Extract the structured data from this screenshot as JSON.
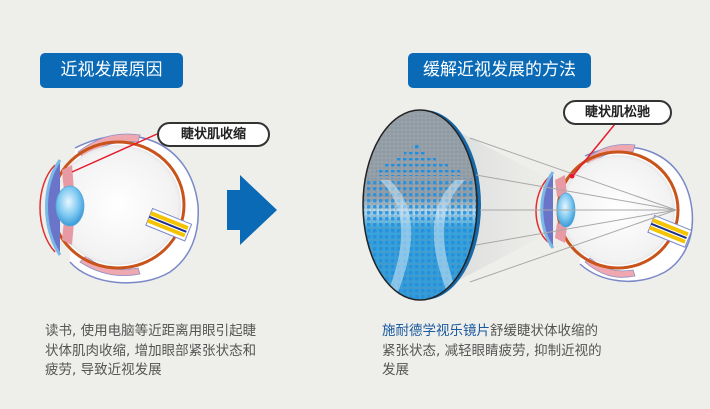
{
  "left_panel": {
    "title": "近视发展原因",
    "callout": "睫状肌收缩",
    "description": "读书, 使用电脑等近距离用眼引起睫状体肌肉收缩, 增加眼部紧张状态和疲劳, 导致近视发展",
    "illustration": "eye-cross-section-icon"
  },
  "arrow": {
    "icon": "right-arrow-icon",
    "color": "#0a6ab6"
  },
  "right_panel": {
    "title": "缓解近视发展的方法",
    "callout": "睫状肌松驰",
    "description_brand": "施耐德学视乐镜片",
    "description_rest": "舒缓睫状体收缩的紧张状态, 减轻眼睛疲劳, 抑制近视的发展",
    "illustration_lens": "lens-microstructure-icon",
    "illustration_eye": "eye-cross-section-icon"
  },
  "colors": {
    "background": "#eeeeea",
    "accent_blue": "#0a6ab6",
    "brand_text": "#1a5aa0",
    "body_text": "#555555",
    "callout_line": "#e8192c"
  }
}
